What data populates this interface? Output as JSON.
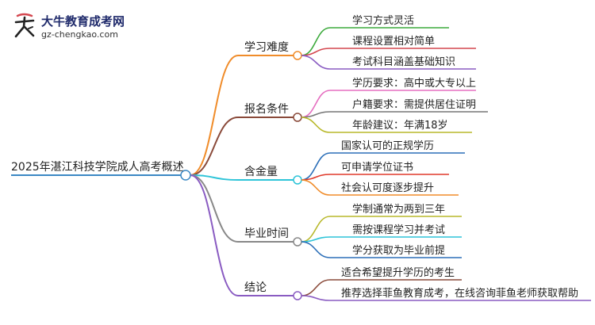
{
  "logo": {
    "title": "大牛教育成考网",
    "url": "gz-chengkao.com"
  },
  "root": {
    "label": "2025年湛江科技学院成人高考概述",
    "color": "#3b88c4"
  },
  "branches": [
    {
      "label": "学习难度",
      "color": "#f08c2a",
      "children": [
        {
          "label": "学习方式灵活",
          "color": "#3caa3c"
        },
        {
          "label": "课程设置相对简单",
          "color": "#d4474f"
        },
        {
          "label": "考试科目涵盖基础知识",
          "color": "#8a5cc2"
        }
      ]
    },
    {
      "label": "报名条件",
      "color": "#8a4a3a",
      "children": [
        {
          "label": "学历要求：高中或大专以上",
          "color": "#e56fc0"
        },
        {
          "label": "户籍要求：需提供居住证明",
          "color": "#777777"
        },
        {
          "label": "年龄建议：年满18岁",
          "color": "#b8b82a"
        }
      ]
    },
    {
      "label": "含金量",
      "color": "#2ec4d8",
      "children": [
        {
          "label": "国家认可的正规学历",
          "color": "#2c6fb8"
        },
        {
          "label": "可申请学位证书",
          "color": "#e0392a"
        },
        {
          "label": "社会认可度逐步提升",
          "color": "#f08c2a"
        }
      ]
    },
    {
      "label": "毕业时间",
      "color": "#888888",
      "children": [
        {
          "label": "学制通常为两到三年",
          "color": "#b8b82a"
        },
        {
          "label": "需按课程学习并考试",
          "color": "#2ec4d8"
        },
        {
          "label": "学分获取为毕业前提",
          "color": "#2c6fb8"
        }
      ]
    },
    {
      "label": "结论",
      "color": "#8a5cc2",
      "children": [
        {
          "label": "适合希望提升学历的考生",
          "color": "#8a4a3a"
        },
        {
          "label": "推荐选择菲鱼教育成考，在线咨询菲鱼老师获取帮助",
          "color": "#8a5cc2"
        }
      ]
    }
  ]
}
